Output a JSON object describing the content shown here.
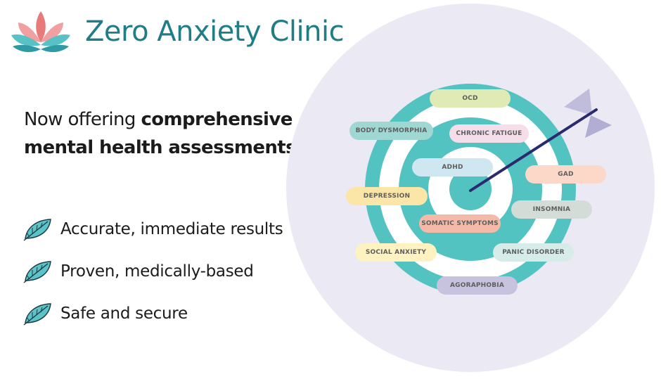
{
  "brand": {
    "name": "Zero Anxiety Clinic",
    "logo_icon": "lotus-icon"
  },
  "headline": {
    "prefix": "Now offering ",
    "bold": "comprehensive mental health assessments",
    "suffix": "!"
  },
  "features": [
    {
      "icon": "leaf-icon",
      "text": "Accurate, immediate results"
    },
    {
      "icon": "leaf-icon",
      "text": "Proven, medically-based"
    },
    {
      "icon": "leaf-icon",
      "text": "Safe and secure"
    }
  ],
  "conditions": [
    {
      "label": "OCD",
      "color": "#dfeab5"
    },
    {
      "label": "BODY DYSMORPHIA",
      "color": "#9fd7d2"
    },
    {
      "label": "CHRONIC FATIGUE",
      "color": "#f5dde9"
    },
    {
      "label": "ADHD",
      "color": "#cfe7f0"
    },
    {
      "label": "GAD",
      "color": "#fbd8c7"
    },
    {
      "label": "DEPRESSION",
      "color": "#fbe6a8"
    },
    {
      "label": "INSOMNIA",
      "color": "#d4dcd8"
    },
    {
      "label": "SOMATIC SYMPTOMS",
      "color": "#f5b9a8"
    },
    {
      "label": "SOCIAL ANXIETY",
      "color": "#fdf2c0"
    },
    {
      "label": "PANIC DISORDER",
      "color": "#d5ece9"
    },
    {
      "label": "AGORAPHOBIA",
      "color": "#c7c3df"
    }
  ],
  "colors": {
    "brand": "#1f7d86",
    "target_ring": "#52c3c1",
    "backdrop": "#ebe9f3",
    "arrow_shaft": "#2a2a6e",
    "arrow_feather": "#c0bddc",
    "leaf": "#5cc3c7"
  }
}
